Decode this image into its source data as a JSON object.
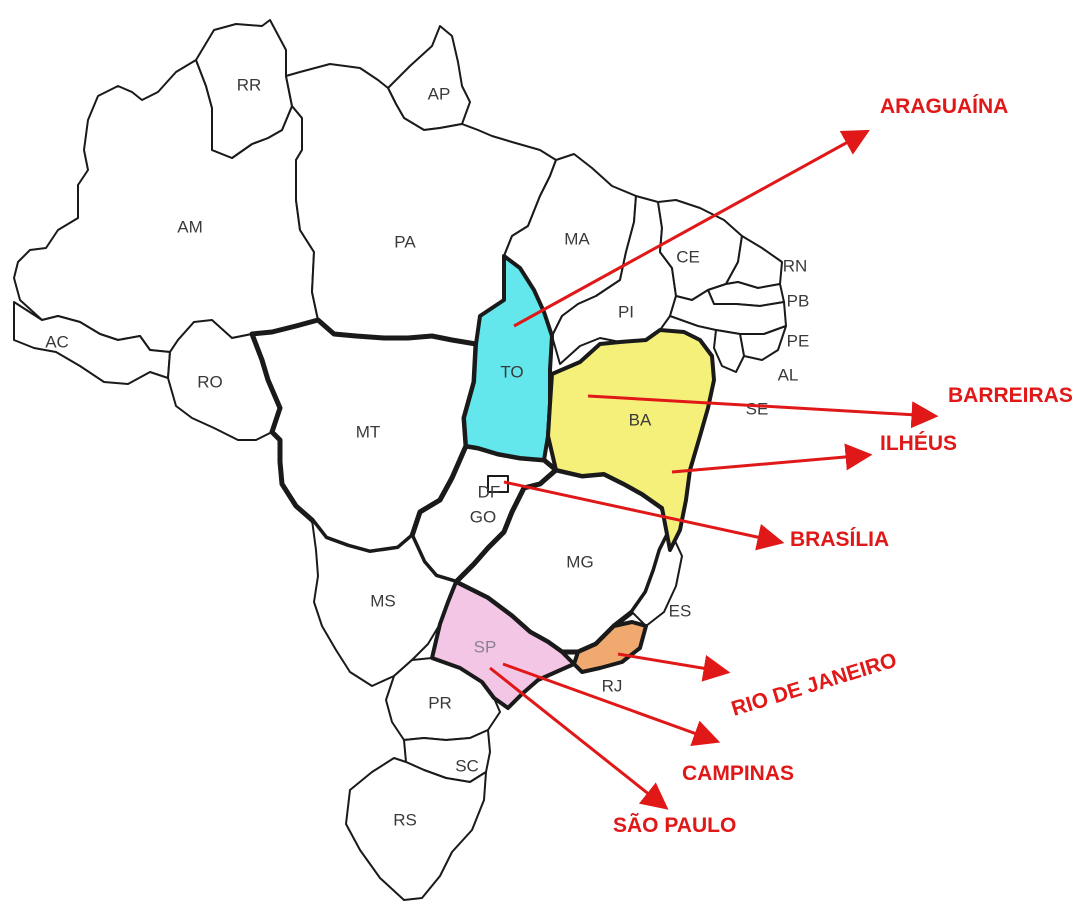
{
  "colors": {
    "arrow": "#e01818",
    "city_text": "#e01818",
    "state_fill": "#ffffff",
    "state_stroke": "#1a1a1a",
    "highlight_to": "#63e6ec",
    "highlight_ba": "#f5f07a",
    "highlight_sp": "#f4c6e6",
    "highlight_rj": "#f0aa70"
  },
  "states": {
    "rr": "RR",
    "ap": "AP",
    "am": "AM",
    "pa": "PA",
    "ma": "MA",
    "ce": "CE",
    "rn": "RN",
    "pb": "PB",
    "pe": "PE",
    "pi": "PI",
    "al": "AL",
    "se": "SE",
    "ac": "AC",
    "ro": "RO",
    "mt": "MT",
    "to": "TO",
    "ba": "BA",
    "df": "DF",
    "go": "GO",
    "mg": "MG",
    "es": "ES",
    "ms": "MS",
    "sp": "SP",
    "rj": "RJ",
    "pr": "PR",
    "sc": "SC",
    "rs": "RS"
  },
  "cities": {
    "araguaina": "ARAGUAÍNA",
    "barreiras": "BARREIRAS",
    "ilheus": "ILHÉUS",
    "brasilia": "BRASÍLIA",
    "rio_de_janeiro": "RIO DE JANEIRO",
    "campinas": "CAMPINAS",
    "sao_paulo": "SÃO PAULO"
  }
}
